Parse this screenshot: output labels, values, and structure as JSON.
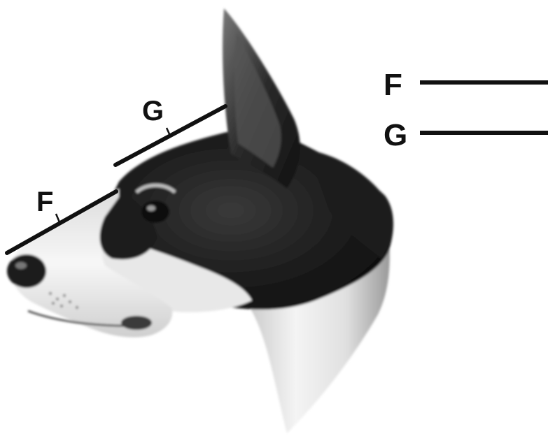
{
  "diagram": {
    "type": "dog-head-profile",
    "measure_labels": [
      {
        "id": "F",
        "text": "F",
        "region": "muzzle"
      },
      {
        "id": "G",
        "text": "G",
        "region": "skull"
      }
    ],
    "legend": [
      {
        "text": "F"
      },
      {
        "text": "G"
      }
    ],
    "colors": {
      "background": "#ffffff",
      "line": "#111111",
      "coat_dark": "#1a1a1a",
      "coat_light": "#f2f2f2"
    }
  }
}
